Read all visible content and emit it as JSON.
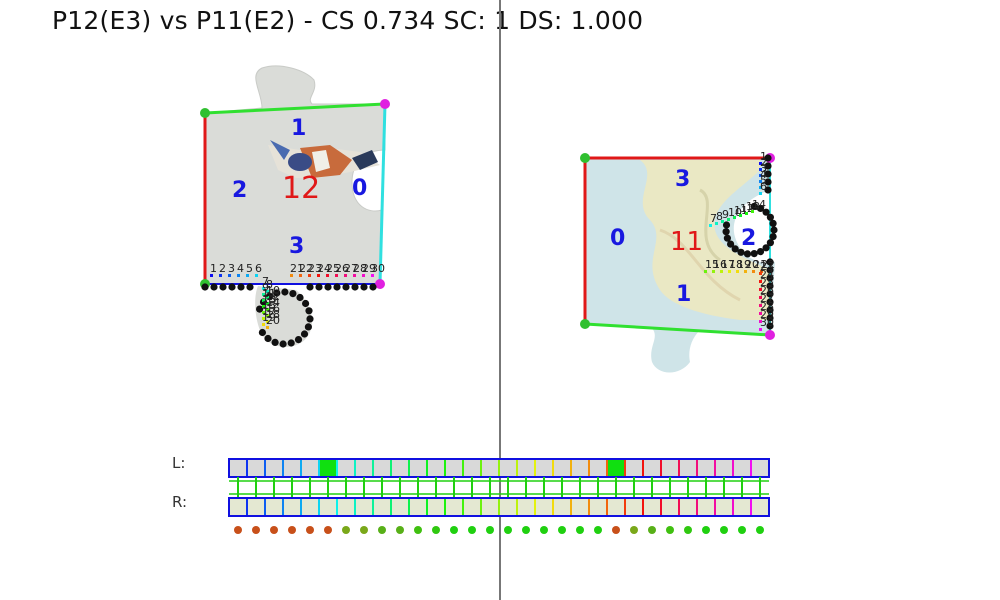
{
  "title": "P12(E3) vs P11(E2) - CS 0.734 SC: 1 DS: 1.000",
  "left_piece": {
    "label": "12",
    "edge_labels": [
      "0",
      "1",
      "2",
      "3"
    ],
    "point_labels": [
      "1",
      "2",
      "3",
      "4",
      "5",
      "6",
      "7",
      "8",
      "9",
      "10",
      "11",
      "12",
      "13",
      "14",
      "15",
      "16",
      "17",
      "18",
      "19",
      "20",
      "21",
      "22",
      "23",
      "24",
      "25",
      "26",
      "27",
      "28",
      "29",
      "30"
    ]
  },
  "right_piece": {
    "label": "11",
    "edge_labels": [
      "0",
      "1",
      "2",
      "3"
    ],
    "point_labels": [
      "1",
      "2",
      "3",
      "4",
      "5",
      "6",
      "7",
      "8",
      "9",
      "10",
      "11",
      "12",
      "13",
      "14",
      "15",
      "16",
      "17",
      "18",
      "19",
      "20",
      "21",
      "22",
      "23",
      "24",
      "25",
      "26",
      "27",
      "28",
      "29",
      "30"
    ]
  },
  "strips": {
    "left_label": "L:",
    "right_label": "R:",
    "cell_count": 30,
    "highlighted_left": [
      5,
      21
    ],
    "dot_colors": [
      "#c8501a",
      "#c8501a",
      "#c8501a",
      "#c8501a",
      "#c8501a",
      "#c8501a",
      "#7aa81a",
      "#7aa81a",
      "#58b018",
      "#58b018",
      "#40c010",
      "#30c810",
      "#20d010",
      "#20d010",
      "#20d010",
      "#20d010",
      "#20d010",
      "#20d010",
      "#20d010",
      "#20d010",
      "#20d010",
      "#c8501a",
      "#7aa81a",
      "#58b018",
      "#40c010",
      "#30c810",
      "#20d010",
      "#20d010",
      "#20d010",
      "#20d010"
    ]
  },
  "colors": {
    "edge_red": "#e01818",
    "edge_green": "#30e030",
    "edge_cyan": "#30e0e0",
    "edge_blue": "#1010e0",
    "corner_green": "#30c030",
    "corner_magenta": "#e020e0",
    "label_red": "#e01818",
    "label_blue": "#1818e0",
    "divider": "#777777"
  }
}
